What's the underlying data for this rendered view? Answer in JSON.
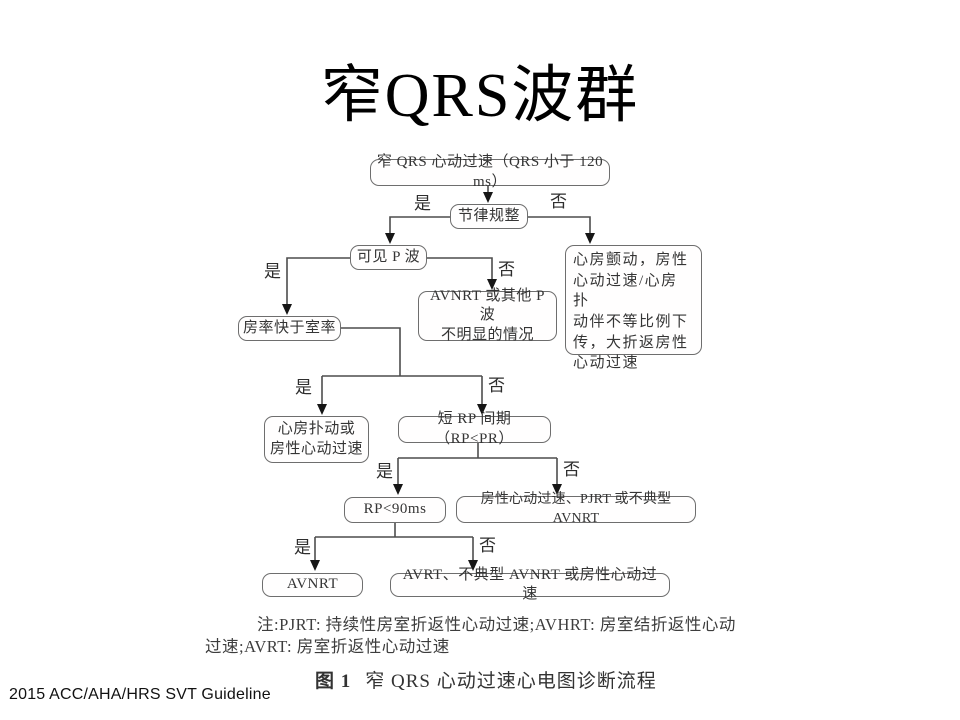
{
  "slide": {
    "title": "窄QRS波群",
    "footer": "2015 ACC/AHA/HRS SVT Guideline"
  },
  "flowchart": {
    "nodes": {
      "start": "窄 QRS 心动过速（QRS 小于 120 ms）",
      "rhythm_regular": "节律规整",
      "p_visible": "可见 P 波",
      "afib": "心房颤动，房性\n心动过速/心房扑\n动伴不等比例下\n传，大折返房性\n心动过速",
      "avnrt_hidden_p": "AVNRT 或其他 P 波\n不明显的情况",
      "atrial_faster": "房率快于室率",
      "flutter_at": "心房扑动或\n房性心动过速",
      "short_rp": "短 RP 间期（RP<PR）",
      "rp_lt_90": "RP<90ms",
      "at_pjrt_avnrt": "房性心动过速、PJRT 或不典型 AVNRT",
      "avnrt": "AVNRT",
      "avrt_group": "AVRT、不典型 AVNRT 或房性心动过速"
    },
    "branch_yes": "是",
    "branch_no": "否",
    "edges": [
      {
        "from": "start",
        "to": "rhythm_regular",
        "label": ""
      },
      {
        "from": "rhythm_regular",
        "to": "p_visible",
        "label": "是"
      },
      {
        "from": "rhythm_regular",
        "to": "afib",
        "label": "否"
      },
      {
        "from": "p_visible",
        "to": "atrial_faster",
        "label": "是"
      },
      {
        "from": "p_visible",
        "to": "avnrt_hidden_p",
        "label": "否"
      },
      {
        "from": "atrial_faster",
        "to": "flutter_at",
        "label": "是"
      },
      {
        "from": "atrial_faster",
        "to": "short_rp",
        "label": "否"
      },
      {
        "from": "short_rp",
        "to": "rp_lt_90",
        "label": "是"
      },
      {
        "from": "short_rp",
        "to": "at_pjrt_avnrt",
        "label": "否"
      },
      {
        "from": "rp_lt_90",
        "to": "avnrt",
        "label": "是"
      },
      {
        "from": "rp_lt_90",
        "to": "avrt_group",
        "label": "否"
      }
    ]
  },
  "figure": {
    "note_line1": "注:PJRT: 持续性房室折返性心动过速;AVHRT: 房室结折返性心动",
    "note_line2": "过速;AVRT: 房室折返性心动过速",
    "caption_label": "图 1",
    "caption_text": "窄 QRS 心动过速心电图诊断流程"
  }
}
